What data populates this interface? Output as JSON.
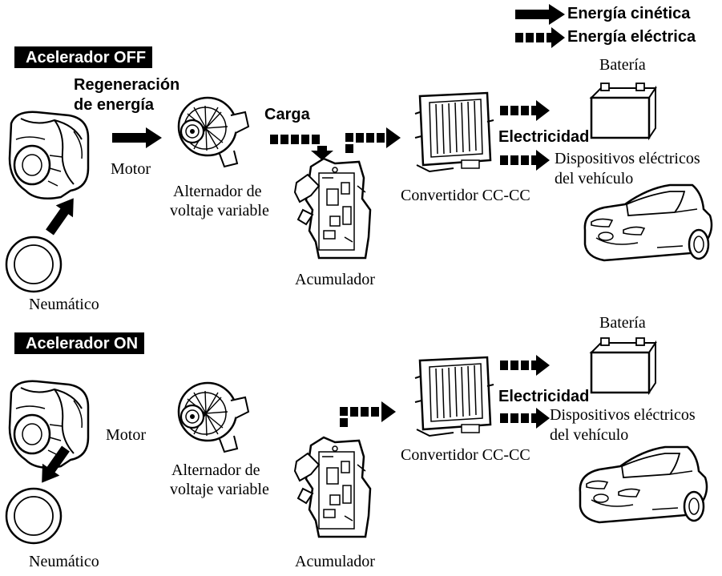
{
  "legend": {
    "kinetic": "Energía cinética",
    "electric": "Energía eléctrica"
  },
  "top": {
    "badge": "Acelerador OFF",
    "regen_line1": "Regeneración",
    "regen_line2": "de energía",
    "motor": "Motor",
    "alternator_line1": "Alternador de",
    "alternator_line2": "voltaje variable",
    "charge": "Carga",
    "accumulator": "Acumulador",
    "converter": "Convertidor CC-CC",
    "battery": "Batería",
    "electricity": "Electricidad",
    "devices_line1": "Dispositivos eléctricos",
    "devices_line2": "del vehículo",
    "tire": "Neumático"
  },
  "bottom": {
    "badge": "Acelerador ON",
    "motor": "Motor",
    "alternator_line1": "Alternador de",
    "alternator_line2": "voltaje variable",
    "accumulator": "Acumulador",
    "converter": "Convertidor CC-CC",
    "battery": "Batería",
    "electricity": "Electricidad",
    "devices_line1": "Dispositivos eléctricos",
    "devices_line2": "del vehículo",
    "tire": "Neumático"
  }
}
